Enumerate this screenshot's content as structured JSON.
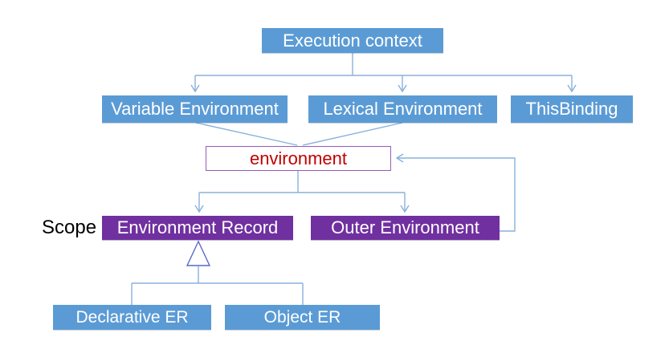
{
  "diagram": {
    "nodes": {
      "execution_context": "Execution context",
      "variable_environment": "Variable Environment",
      "lexical_environment": "Lexical Environment",
      "this_binding": "ThisBinding",
      "environment": "environment",
      "scope_label": "Scope",
      "environment_record": "Environment Record",
      "outer_environment": "Outer Environment",
      "declarative_er": "Declarative ER",
      "object_er": "Object ER"
    },
    "edges": [
      {
        "from": "execution_context",
        "to": "variable_environment",
        "style": "arrow"
      },
      {
        "from": "execution_context",
        "to": "lexical_environment",
        "style": "arrow"
      },
      {
        "from": "execution_context",
        "to": "this_binding",
        "style": "arrow"
      },
      {
        "from": "variable_environment",
        "to": "environment",
        "style": "line"
      },
      {
        "from": "lexical_environment",
        "to": "environment",
        "style": "line"
      },
      {
        "from": "environment",
        "to": "environment_record",
        "style": "arrow"
      },
      {
        "from": "environment",
        "to": "outer_environment",
        "style": "arrow"
      },
      {
        "from": "outer_environment",
        "to": "environment",
        "style": "arrow-loopback"
      },
      {
        "from": "declarative_er",
        "to": "environment_record",
        "style": "generalization"
      },
      {
        "from": "object_er",
        "to": "environment_record",
        "style": "generalization"
      }
    ],
    "colors": {
      "node-blue": "#5B9BD5",
      "node-purple": "#7030A0",
      "node-text": "#FFFFFF",
      "edge-line": "#8AB0DC",
      "env-border": "#9B59B6",
      "env-text": "#C00000",
      "triangle-stroke": "#5A68C6",
      "scope-text": "#000000",
      "background": "#FFFFFF"
    }
  }
}
